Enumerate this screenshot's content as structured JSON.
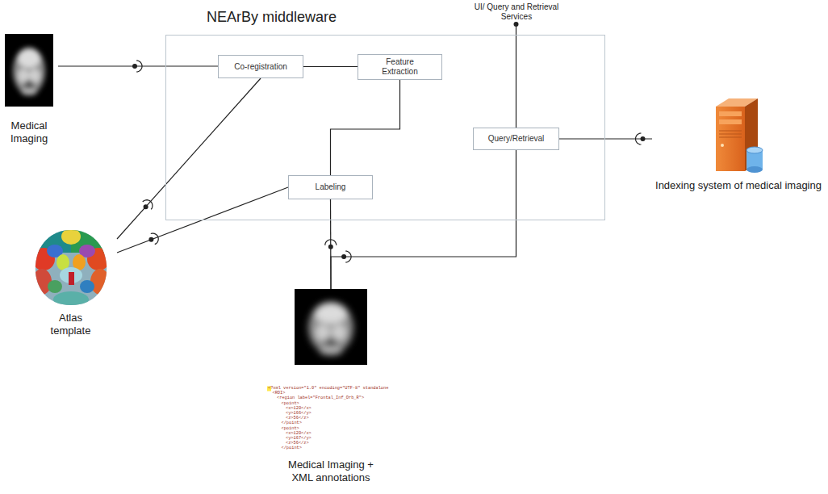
{
  "diagram": {
    "nodes": [
      {
        "text": [
          "NEArBy middleware"
        ]
      },
      {
        "text": [
          "Co-registration"
        ],
        "in": 0
      },
      {
        "text": [
          "Feature Extraction"
        ],
        "in": 0
      },
      {
        "text": [
          "Labeling"
        ],
        "in": 0
      },
      {
        "text": [
          "Query/Retrieval"
        ],
        "in": 0
      },
      {
        "text": [
          "Medical Imaging"
        ]
      },
      {
        "text": [
          "Atlas template"
        ]
      },
      {
        "text": [
          "Medical Imaging + XML annotations"
        ]
      },
      {
        "text": [
          "Indexing system of medical imaging"
        ]
      }
    ],
    "edges": [
      {
        "from": 5,
        "to": 1,
        "arrow": "none"
      },
      {
        "from": 1,
        "to": 2,
        "arrow": "none"
      },
      {
        "from": 6,
        "to": 1,
        "arrow": "none"
      },
      {
        "from": 6,
        "to": 3,
        "arrow": "none"
      },
      {
        "from": 2,
        "to": 3,
        "arrow": "none"
      },
      {
        "from": 3,
        "to": 7,
        "arrow": "none"
      },
      {
        "from": 4,
        "to": 7,
        "arrow": "none"
      },
      {
        "from": 4,
        "to": 8,
        "arrow": "none"
      }
    ],
    "labels": [
      "UI/ Query and Retrieval Services",
      "<?xml version=\"1.0\" encoding=\"UTF-8\" standalone",
      "<ROI>",
      "<region label=\"Frontal_Inf_Orb_R\">",
      "<point>",
      "<x>120</x>",
      "<y>166</y>",
      "<z>56</z>",
      "</point>",
      "<point>",
      "<x>120</x>",
      "<y>167</y>",
      "<z>56</z>",
      "</point>"
    ]
  }
}
